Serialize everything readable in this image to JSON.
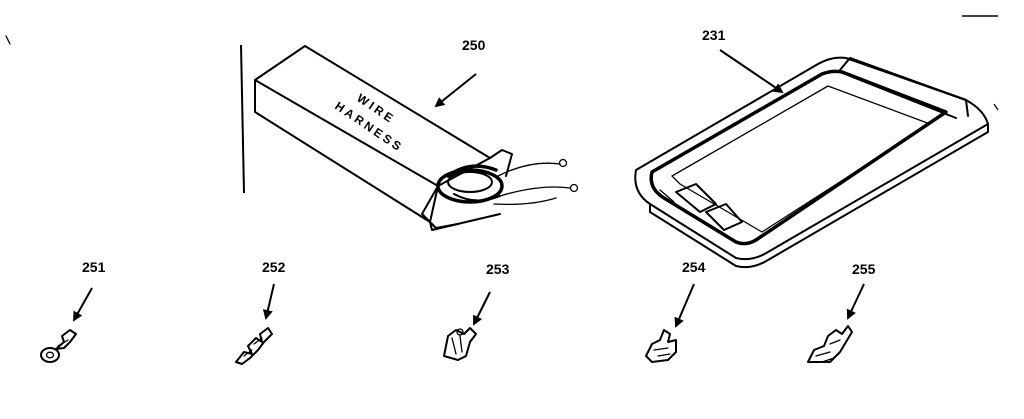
{
  "callouts": {
    "c250": "250",
    "c231": "231",
    "c251": "251",
    "c252": "252",
    "c253": "253",
    "c254": "254",
    "c255": "255"
  },
  "box_label": {
    "line1": "WIRE",
    "line2": "HARNESS"
  },
  "parts": [
    {
      "ref": "250",
      "icon": "wire-harness-box-icon"
    },
    {
      "ref": "231",
      "icon": "tray-icon"
    },
    {
      "ref": "251",
      "icon": "ring-terminal-icon"
    },
    {
      "ref": "252",
      "icon": "spade-terminal-icon"
    },
    {
      "ref": "253",
      "icon": "crimp-terminal-icon"
    },
    {
      "ref": "254",
      "icon": "crimp-terminal-icon"
    },
    {
      "ref": "255",
      "icon": "crimp-terminal-icon"
    }
  ]
}
